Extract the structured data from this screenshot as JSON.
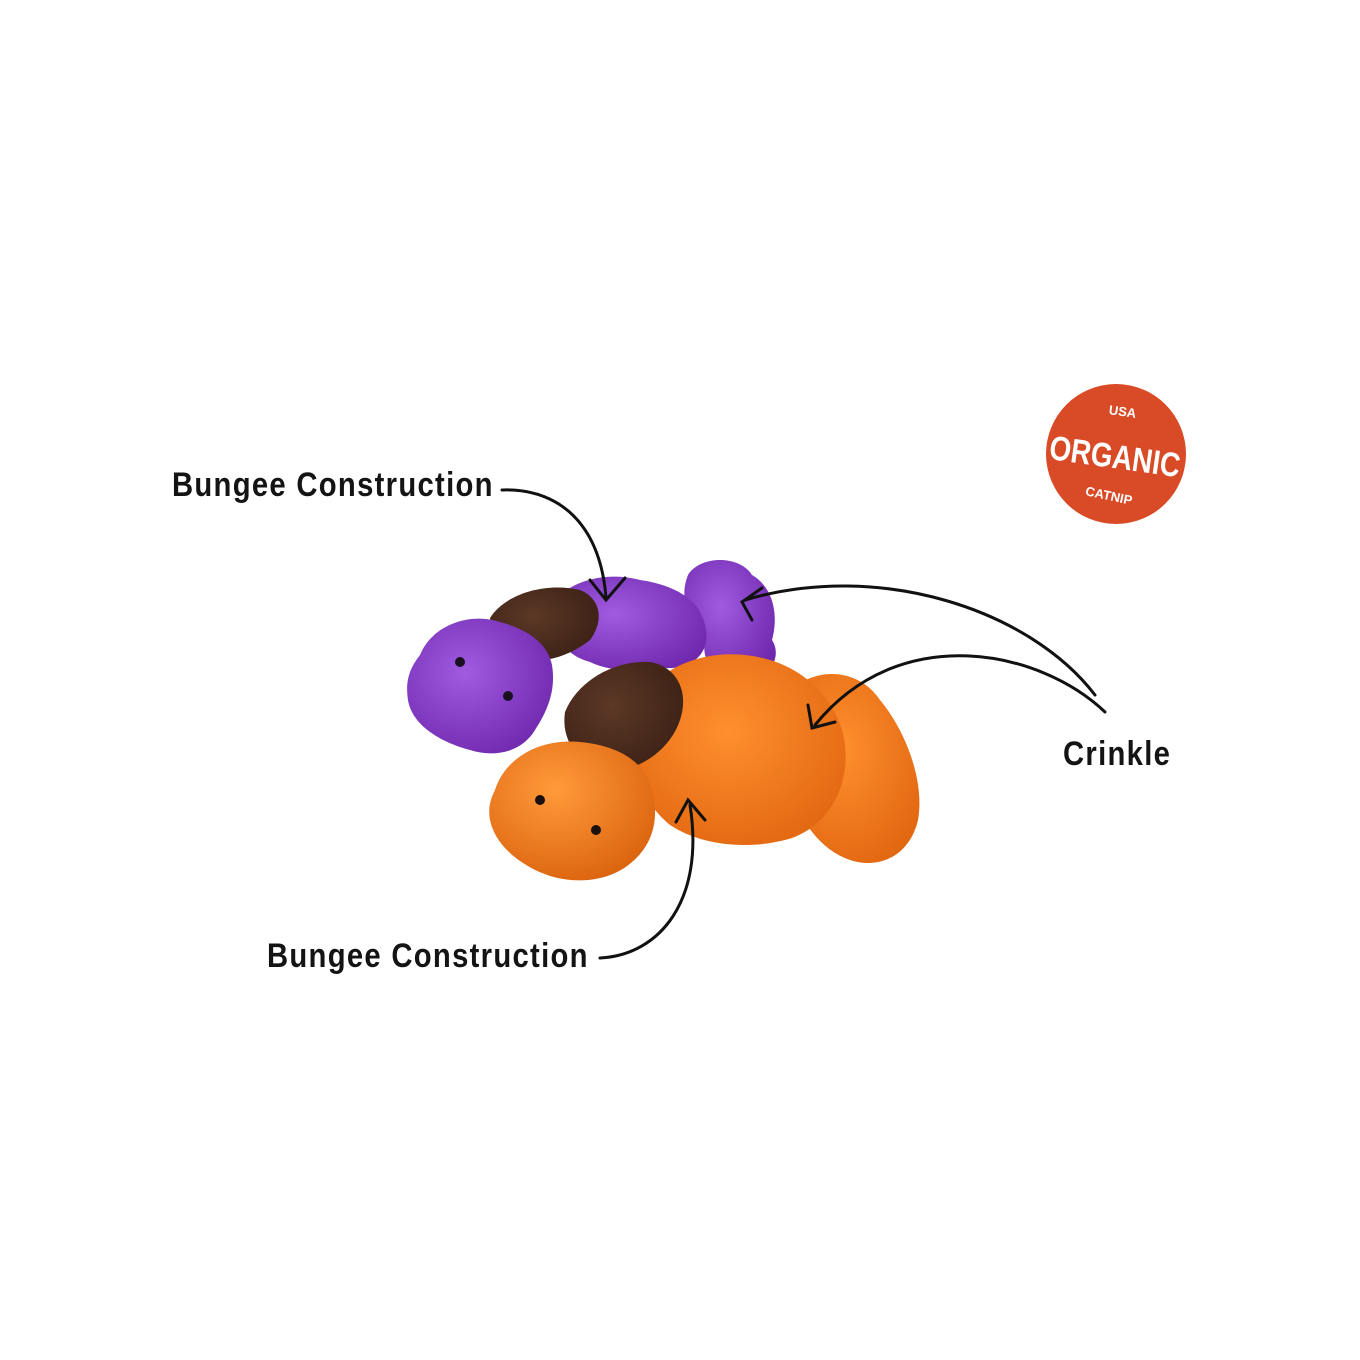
{
  "callouts": {
    "top_left": "Bungee Construction",
    "bottom_left": "Bungee Construction",
    "right": "Crinkle"
  },
  "badge": {
    "top_text": "USA",
    "main_text": "ORGANIC",
    "bottom_text": "CATNIP",
    "color": "#d94a26"
  },
  "product_colors": {
    "purple": "#8a3fc9",
    "orange": "#f07a1c",
    "brown": "#4a2a1a"
  }
}
